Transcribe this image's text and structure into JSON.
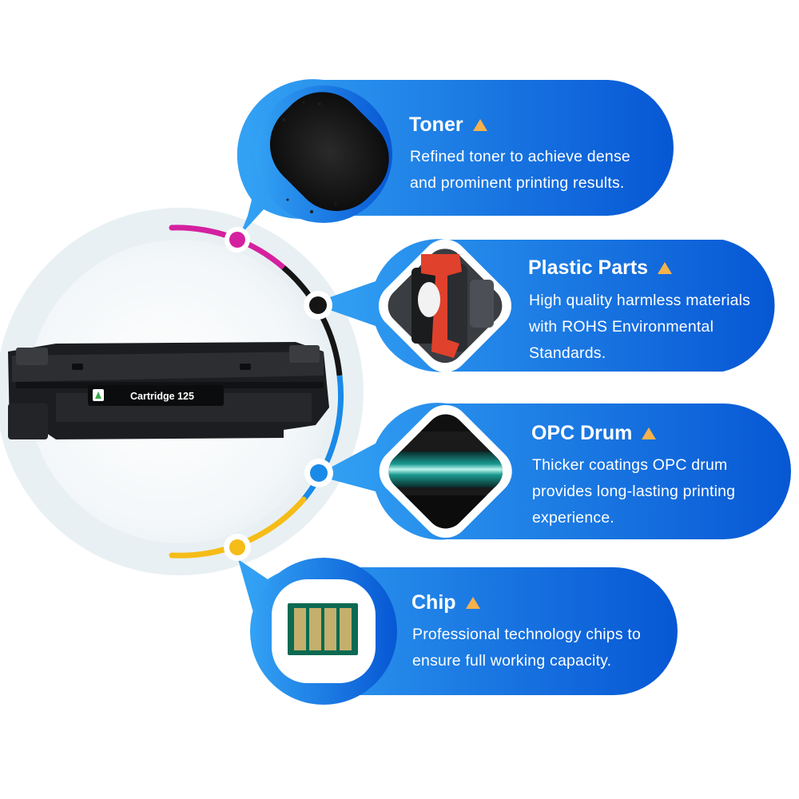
{
  "colors": {
    "bubble_light": "#2f9bf1",
    "bubble_dark": "#0a5ed8",
    "toner_accent": "#d4219f",
    "plastic_accent": "#151515",
    "drum_accent": "#1a8ae8",
    "chip_accent": "#f6bc17",
    "triangle": "#f6b24a"
  },
  "product": {
    "label": "Cartridge 125"
  },
  "features": [
    {
      "title": "Toner",
      "description": "Refined toner to achieve dense\nand prominent printing results.",
      "icon": "toner-powder-photo"
    },
    {
      "title": "Plastic Parts",
      "description": "High quality harmless materials\nwith ROHS Environmental\nStandards.",
      "icon": "plastic-gear-photo"
    },
    {
      "title": "OPC Drum",
      "description": "Thicker coatings OPC drum\nprovides long-lasting printing\nexperience.",
      "icon": "opc-drum-photo"
    },
    {
      "title": "Chip",
      "description": "Professional technology chips to\nensure full working capacity.",
      "icon": "chip-photo"
    }
  ]
}
